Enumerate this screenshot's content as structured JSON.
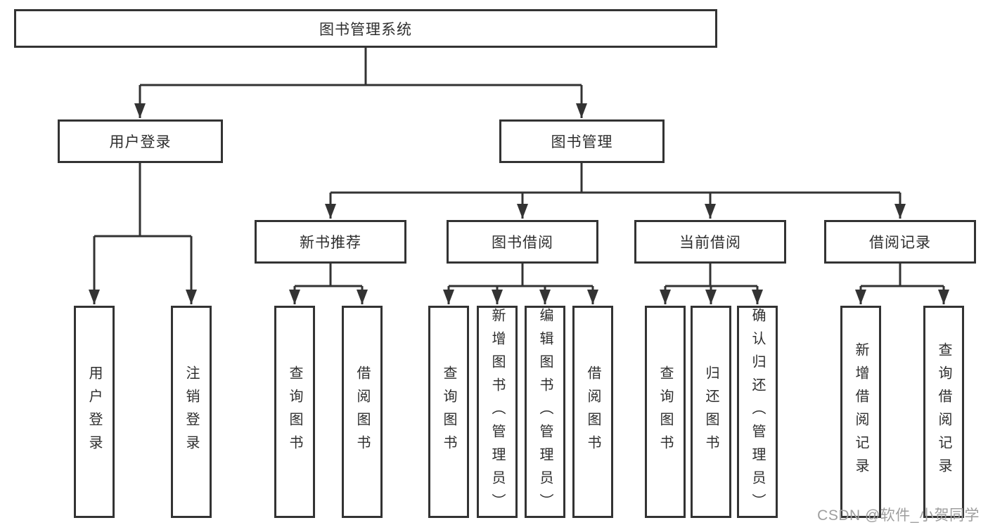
{
  "theme": {
    "line-color": "#333333",
    "box-fill": "#ffffff",
    "text-color": "#2e2e2e",
    "watermark-color": "#9e9e9e",
    "background": "#ffffff"
  },
  "watermark": {
    "text": "CSDN @软件_小贺同学"
  },
  "diagram": {
    "type": "tree",
    "root": {
      "label": "图书管理系统"
    },
    "branches": [
      {
        "label": "用户登录",
        "children": [
          {
            "label": "用户登录"
          },
          {
            "label": "注销登录"
          }
        ]
      },
      {
        "label": "图书管理",
        "children": [
          {
            "label": "新书推荐",
            "children": [
              {
                "label": "查询图书"
              },
              {
                "label": "借阅图书"
              }
            ]
          },
          {
            "label": "图书借阅",
            "children": [
              {
                "label": "查询图书"
              },
              {
                "label": "新增图书（管理员）"
              },
              {
                "label": "编辑图书（管理员）"
              },
              {
                "label": "借阅图书"
              }
            ]
          },
          {
            "label": "当前借阅",
            "children": [
              {
                "label": "查询图书"
              },
              {
                "label": "归还图书"
              },
              {
                "label": "确认归还（管理员）"
              }
            ]
          },
          {
            "label": "借阅记录",
            "children": [
              {
                "label": "新增借阅记录"
              },
              {
                "label": "查询借阅记录"
              }
            ]
          }
        ]
      }
    ]
  }
}
